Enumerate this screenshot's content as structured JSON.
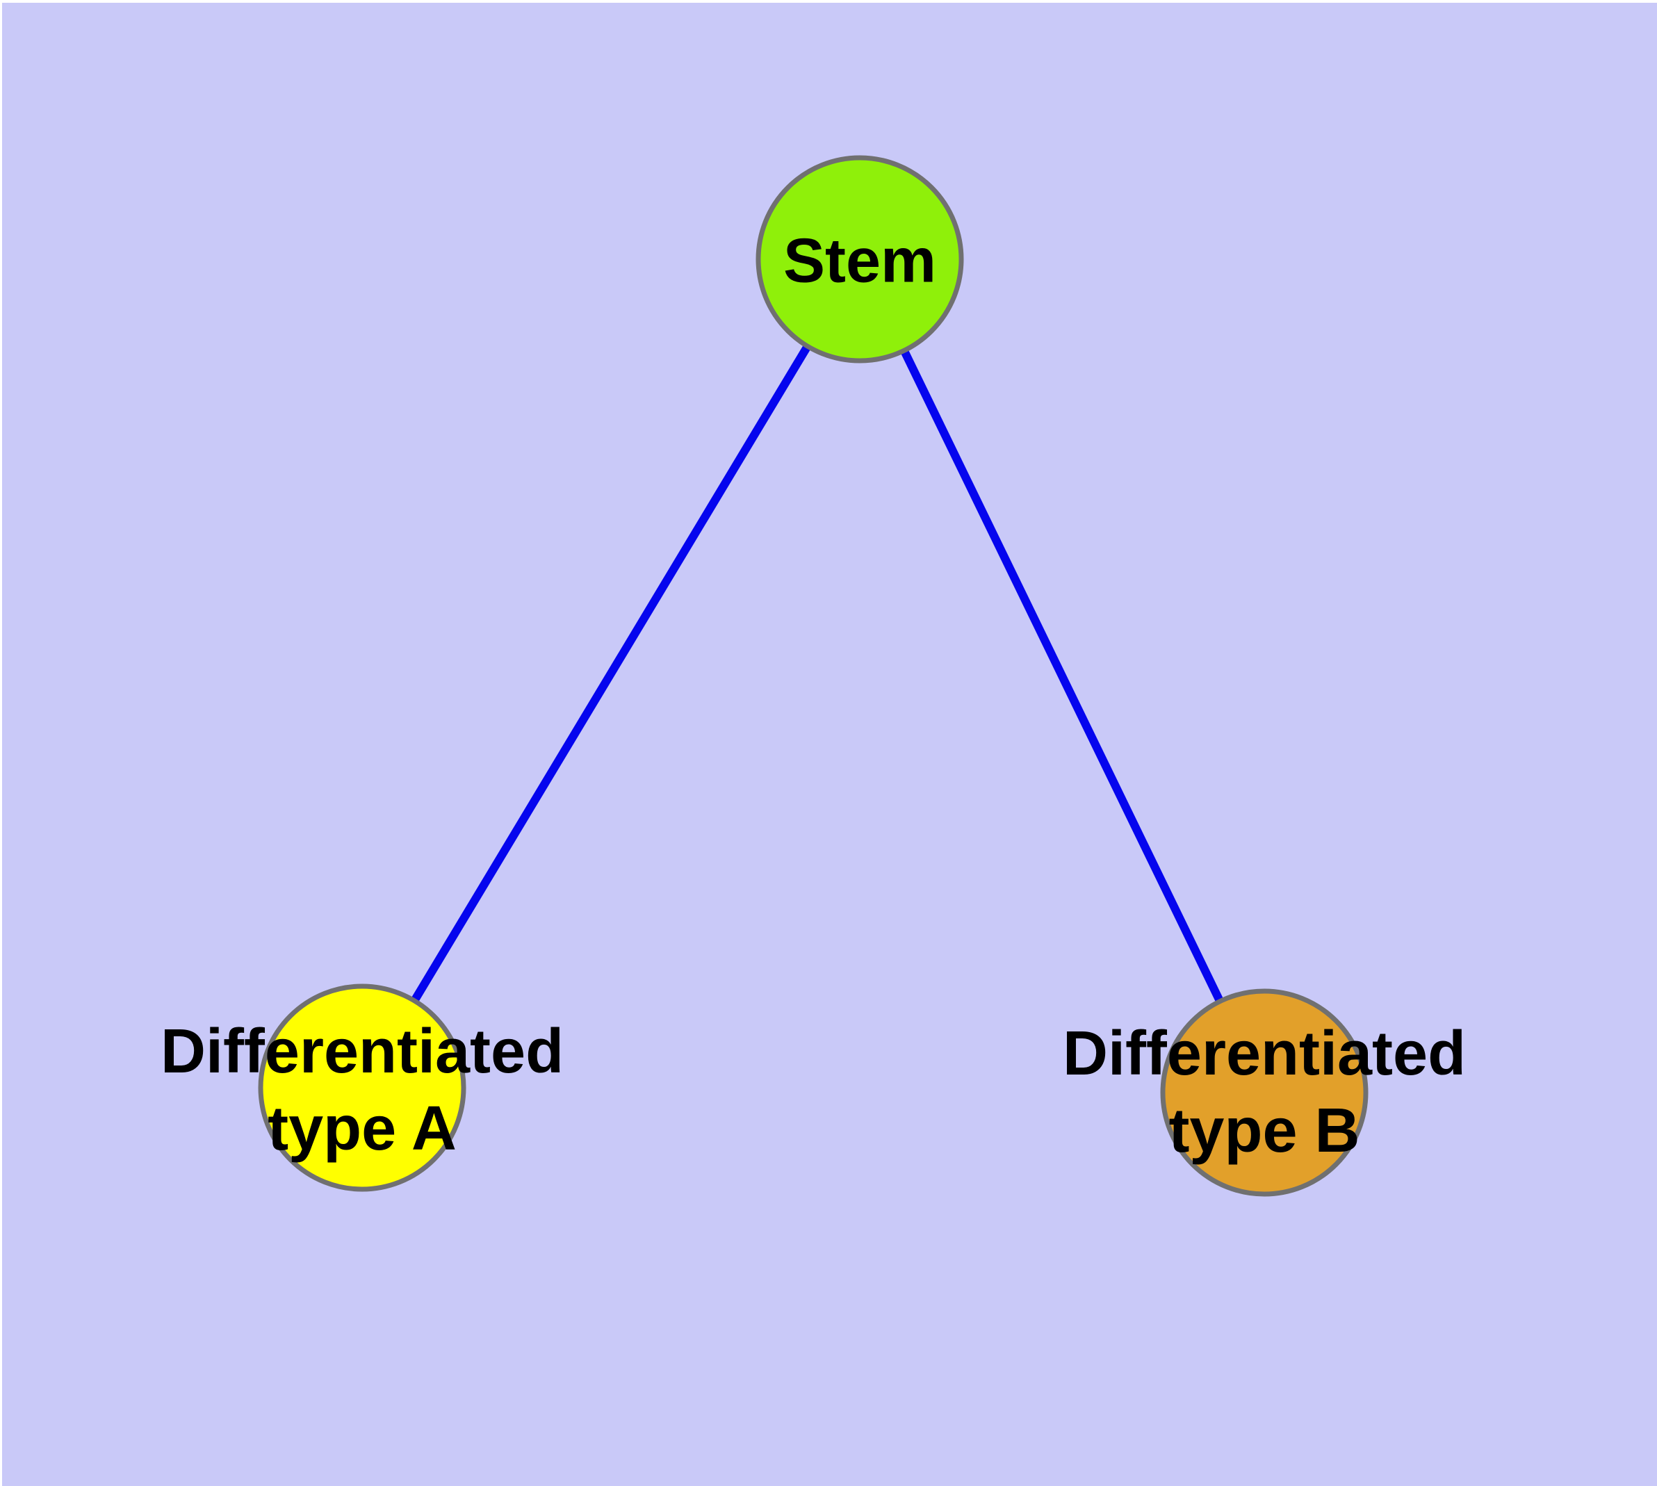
{
  "diagram": {
    "background_color": "#C9C9F8",
    "margin_color": "#FFFFFF",
    "edge_color": "#0505EE",
    "node_border_color": "#707070",
    "label_color": "#000000",
    "nodes": [
      {
        "id": "stem",
        "label": "Stem",
        "fill_color": "#8FF00A"
      },
      {
        "id": "differentiated-type-a",
        "label": "Differentiated type A",
        "label_lines": [
          "Differentiated",
          "type A"
        ],
        "fill_color": "#FFFF00"
      },
      {
        "id": "differentiated-type-b",
        "label": "Differentiated type B",
        "label_lines": [
          "Differentiated",
          "type B"
        ],
        "fill_color": "#E2A02A"
      }
    ],
    "edges": [
      {
        "from": "Stem",
        "to": "Differentiated type A"
      },
      {
        "from": "Stem",
        "to": "Differentiated type B"
      }
    ]
  }
}
